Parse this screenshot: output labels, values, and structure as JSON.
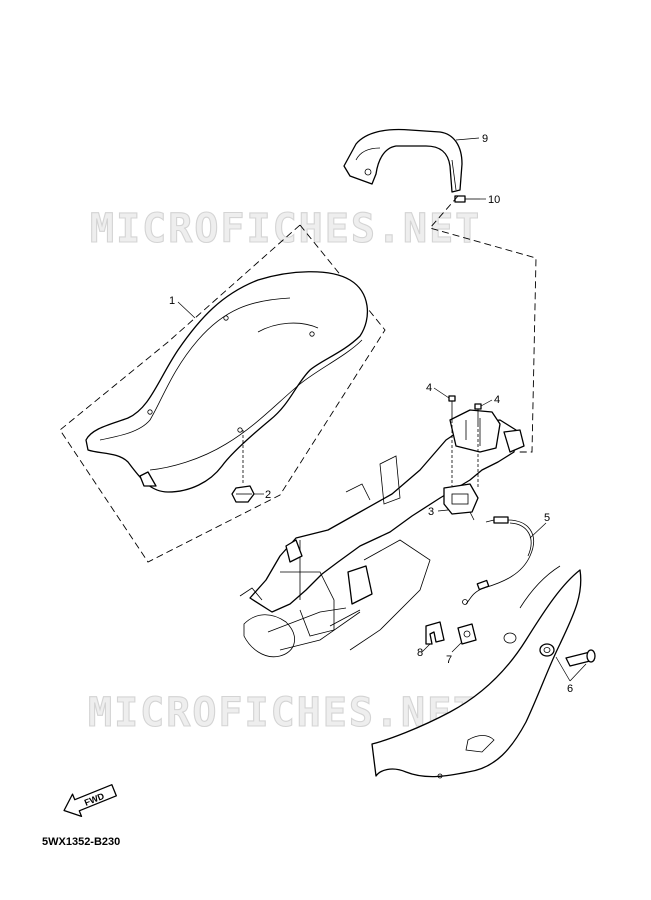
{
  "watermark": {
    "text": "MICROFICHES.NET"
  },
  "diagram_code": "5WX1352-B230",
  "fwd_label": "FWD",
  "callouts": [
    {
      "id": "1",
      "label": "1"
    },
    {
      "id": "2",
      "label": "2"
    },
    {
      "id": "3",
      "label": "3"
    },
    {
      "id": "4a",
      "label": "4"
    },
    {
      "id": "4b",
      "label": "4"
    },
    {
      "id": "5",
      "label": "5"
    },
    {
      "id": "6",
      "label": "6"
    },
    {
      "id": "7",
      "label": "7"
    },
    {
      "id": "8",
      "label": "8"
    },
    {
      "id": "9",
      "label": "9"
    },
    {
      "id": "10",
      "label": "10"
    }
  ],
  "colors": {
    "line": "#000000",
    "watermark": "#d4d4d4",
    "background": "#ffffff"
  }
}
